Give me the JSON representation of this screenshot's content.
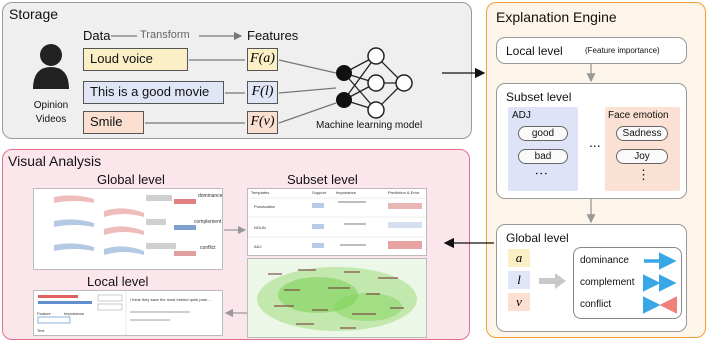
{
  "storage": {
    "title": "Storage",
    "opinion_videos": "Opinion\nVideos",
    "col_data": "Data",
    "col_transform": "Transform",
    "col_features": "Features",
    "inputs": [
      {
        "text": "Loud voice",
        "feature": "F(a)",
        "color": "#fbefc6"
      },
      {
        "text": "This is  a good movie",
        "feature": "F(l)",
        "color": "#e0e6f6"
      },
      {
        "text": "Smile",
        "feature": "F(v)",
        "color": "#fbe0d2"
      }
    ],
    "model_label": "Machine learning model"
  },
  "engine": {
    "title": "Explanation Engine",
    "local": {
      "label": "Local level",
      "sub": "(Feature importance)"
    },
    "subset": {
      "label": "Subset level",
      "groups": [
        {
          "title": "ADJ",
          "items": [
            "good",
            "bad"
          ],
          "color": "#dfe3f7"
        },
        {
          "title": "Face emotion",
          "items": [
            "Sadness",
            "Joy"
          ],
          "color": "#fbe1d3"
        }
      ],
      "ellipsis": "..."
    },
    "global": {
      "label": "Global level",
      "modalities": [
        {
          "symbol": "a",
          "color": "#fbefc6"
        },
        {
          "symbol": "l",
          "color": "#e0e6f6"
        },
        {
          "symbol": "v",
          "color": "#fbe0d2"
        }
      ],
      "relations": [
        "dominance",
        "complement",
        "conflict"
      ]
    }
  },
  "visual": {
    "title": "Visual Analysis",
    "global_level": "Global level",
    "subset_level": "Subset level",
    "local_level": "Local level",
    "global_shot": {
      "labels": [
        "dominance",
        "complement",
        "conflict"
      ]
    },
    "subset_shot": {
      "headers": [
        "Templates",
        "Support",
        "Importance",
        "Prediction & Error"
      ],
      "rows": [
        "Punctuation",
        "NOUN",
        "ADJ"
      ]
    },
    "local_shot": {
      "headers": [
        "Feature",
        "Importance"
      ],
      "text": "I think they save the most behind quirk park ...",
      "cell": "Text"
    }
  },
  "colors": {
    "storage_bg": "#efefef",
    "engine_border": "#f0a030",
    "visual_border": "#e0708a",
    "arrow_blue": "#39a7e6",
    "arrow_red": "#f0807a"
  }
}
